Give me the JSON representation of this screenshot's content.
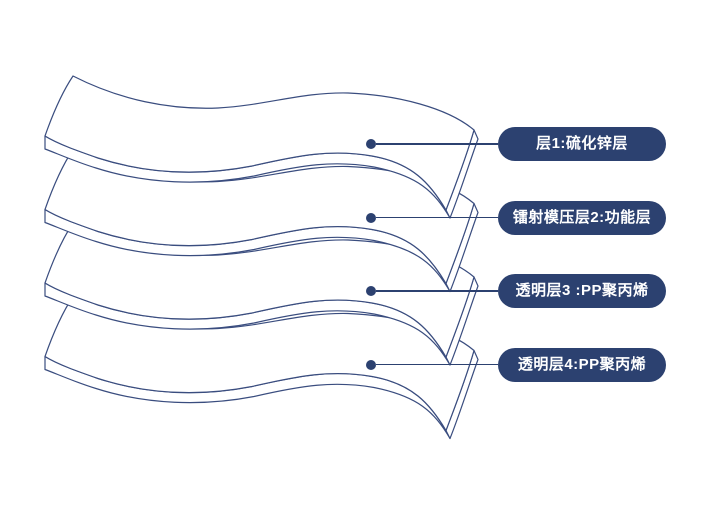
{
  "diagram": {
    "kind": "layered-material-stack-callout",
    "layer_count": 4,
    "callouts": [
      {
        "label": "层1:硫化锌层"
      },
      {
        "label": "镭射模压层2:功能层"
      },
      {
        "label": "透明层3 :PP聚丙烯"
      },
      {
        "label": "透明层4:PP聚丙烯"
      }
    ],
    "colors": {
      "background": "#ffffff",
      "pill_fill": "#2c4170",
      "leader_line": "#2c4170",
      "sheet_stroke": "#3a4d7f",
      "label_text": "#ffffff"
    }
  }
}
